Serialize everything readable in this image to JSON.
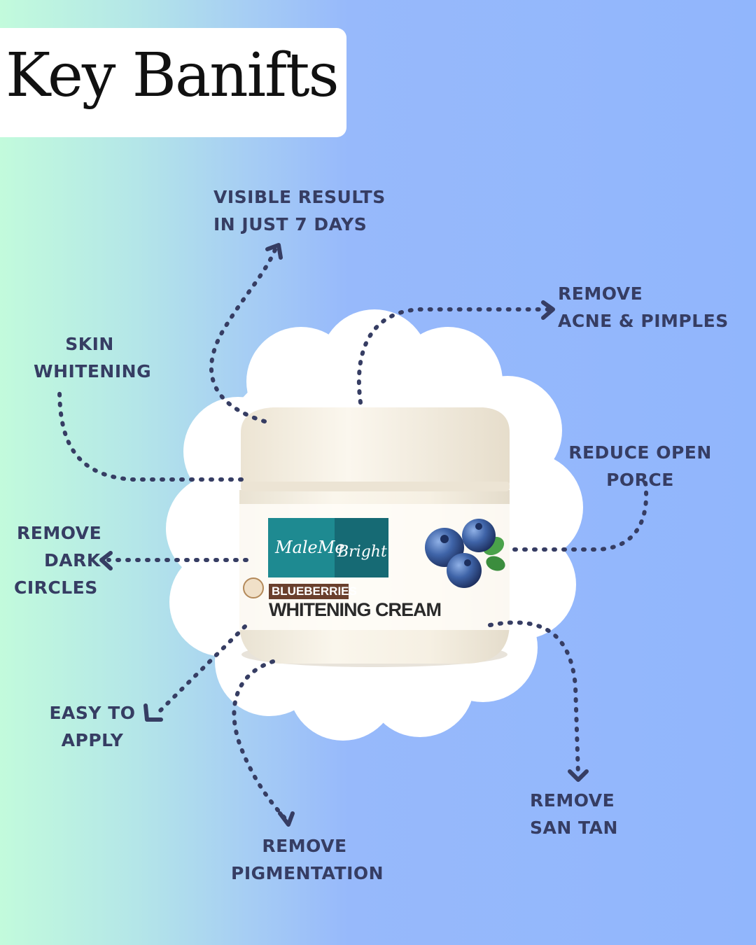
{
  "title": "Key Banifts",
  "product": {
    "brand_left": "MaleMe",
    "brand_right": "Bright",
    "flavor": "BLUEBERRIES",
    "name": "WHITENING CREAM"
  },
  "benefits": [
    {
      "id": "visible-results",
      "lines": [
        "VISIBLE RESULTS",
        "IN JUST 7 DAYS"
      ]
    },
    {
      "id": "remove-acne",
      "lines": [
        "REMOVE",
        "ACNE & PIMPLES"
      ]
    },
    {
      "id": "skin-whitening",
      "lines": [
        "SKIN",
        "WHITENING"
      ]
    },
    {
      "id": "reduce-pores",
      "lines": [
        "REDUCE OPEN",
        "PORCE"
      ]
    },
    {
      "id": "dark-circles",
      "lines": [
        "REMOVE",
        "DARK",
        "CIRCLES"
      ]
    },
    {
      "id": "easy-apply",
      "lines": [
        "EASY TO",
        "APPLY"
      ]
    },
    {
      "id": "pigmentation",
      "lines": [
        "REMOVE",
        "PIGMENTATION"
      ]
    },
    {
      "id": "san-tan",
      "lines": [
        "REMOVE",
        "SAN TAN"
      ]
    }
  ],
  "colors": {
    "text": "#363d63",
    "arrow": "#363d63",
    "gradient_left": "#c2fbdc",
    "gradient_right": "#91b6fc",
    "jar": "#f6f0e3",
    "label_teal": "#1e8a91",
    "label_brown": "#6a3f2c"
  }
}
